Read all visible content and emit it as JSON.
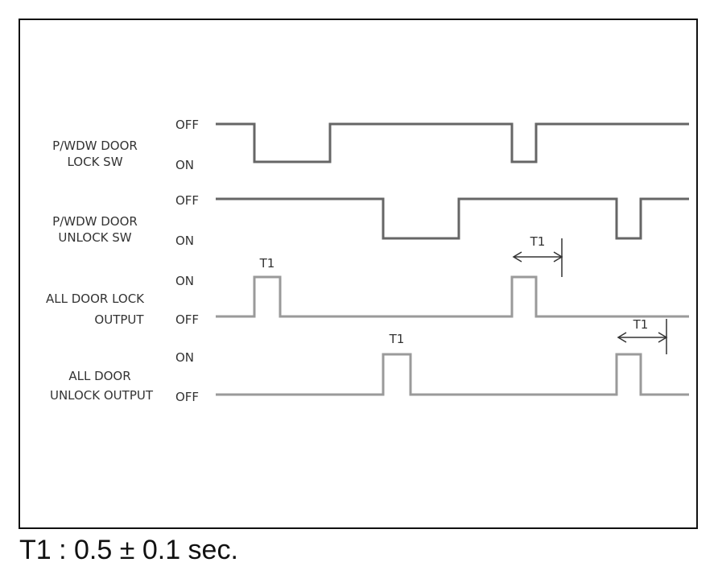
{
  "signals": [
    {
      "label_lines": [
        "P/WDW DOOR",
        "LOCK SW"
      ],
      "states": [
        "OFF",
        "ON"
      ]
    },
    {
      "label_lines": [
        "P/WDW DOOR",
        "UNLOCK SW"
      ],
      "states": [
        "OFF",
        "ON"
      ]
    },
    {
      "label_lines": [
        "ALL DOOR LOCK",
        "OUTPUT"
      ],
      "states": [
        "ON",
        "OFF"
      ]
    },
    {
      "label_lines": [
        "ALL DOOR",
        "UNLOCK OUTPUT"
      ],
      "states": [
        "ON",
        "OFF"
      ]
    }
  ],
  "pulse_labels": [
    "T1",
    "T1",
    "T1",
    "T1"
  ],
  "footnote": "T1 : 0.5 ± 0.1 sec."
}
